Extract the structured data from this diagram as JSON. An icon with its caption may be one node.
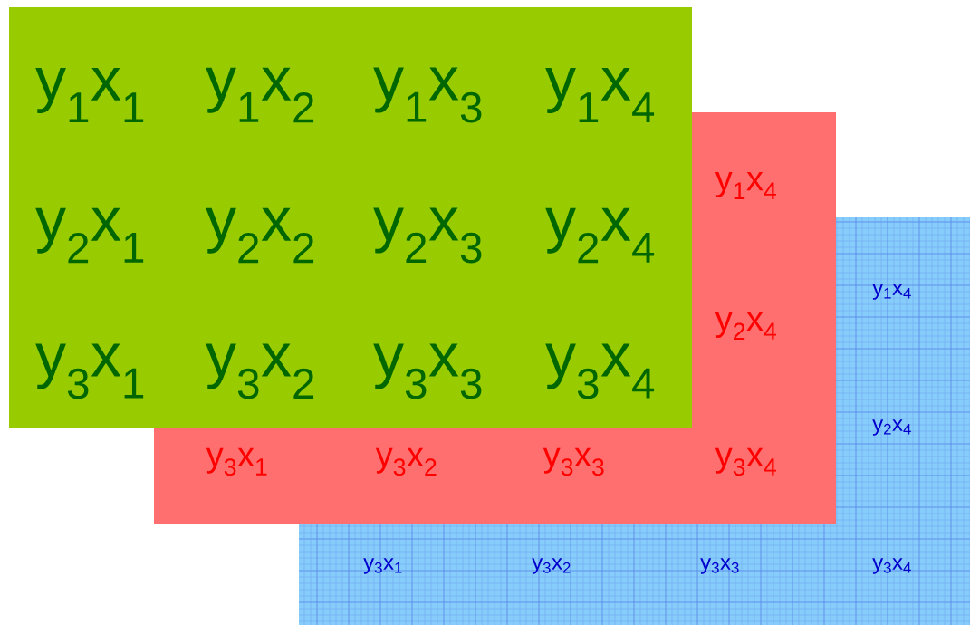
{
  "diagram": {
    "nodes": [
      {
        "text": [
          "y$_{1}$x$_{1}$",
          "y$_{1}$x$_{2}$",
          "y$_{1}$x$_{3}$",
          "y$_{1}$x$_{4}$",
          "y$_{2}$x$_{1}$",
          "y$_{2}$x$_{2}$",
          "y$_{2}$x$_{3}$",
          "y$_{2}$x$_{4}$",
          "y$_{3}$x$_{1}$",
          "y$_{3}$x$_{2}$",
          "y$_{3}$x$_{3}$",
          "y$_{3}$x$_{4}$"
        ]
      },
      {
        "text": [
          "y$_{1}$x$_{4}$",
          "y$_{2}$x$_{4}$",
          "y$_{3}$x$_{1}$",
          "y$_{3}$x$_{2}$",
          "y$_{3}$x$_{3}$",
          "y$_{3}$x$_{4}$"
        ]
      },
      {
        "text": [
          "y$_{1}$x$_{4}$",
          "y$_{2}$x$_{4}$",
          "y$_{3}$x$_{1}$",
          "y$_{3}$x$_{2}$",
          "y$_{3}$x$_{3}$",
          "y$_{3}$x$_{4}$"
        ]
      }
    ]
  }
}
